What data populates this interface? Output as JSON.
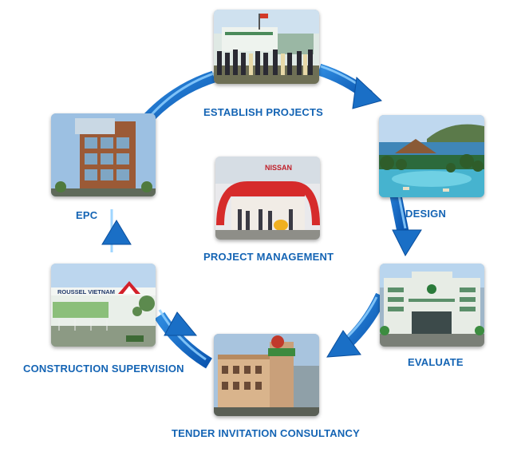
{
  "diagram": {
    "accent_color": "#1a72c8",
    "arrow_highlight": "#8fd0ff",
    "label_color": "#1464b4",
    "center": {
      "label": "PROJECT MANAGEMENT",
      "image": "building-with-red-banner-and-lion-dance"
    },
    "steps": [
      {
        "label": "ESTABLISH PROJECTS",
        "image": "opening-ceremony-crowd"
      },
      {
        "label": "DESIGN",
        "image": "resort-pool-and-bay"
      },
      {
        "label": "EVALUATE",
        "image": "green-government-building"
      },
      {
        "label": "TENDER INVITATION CONSULTANCY",
        "image": "old-building-with-tower"
      },
      {
        "label": "CONSTRUCTION SUPERVISION",
        "image": "factory-roussel-vietnam"
      },
      {
        "label": "EPC",
        "image": "glass-office-tower"
      }
    ],
    "factory_sign": "ROUSSEL VIETNAM",
    "center_sign": "NISSAN"
  }
}
